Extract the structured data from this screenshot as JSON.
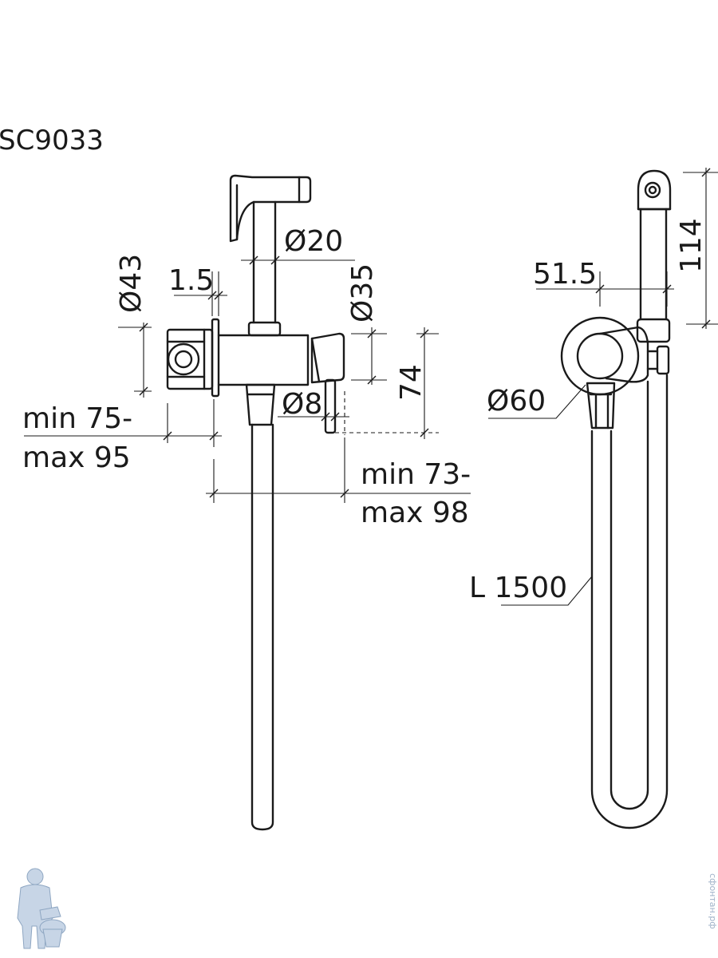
{
  "title": "SC9033",
  "dimensions": {
    "d20": "Ø20",
    "d43": "Ø43",
    "t15": "1.5",
    "d35": "Ø35",
    "h74": "74",
    "d8": "Ø8",
    "wall_min": "min 75-",
    "wall_max": "max 95",
    "proj_min": "min 73-",
    "proj_max": "max 98",
    "w515": "51.5",
    "h114": "114",
    "d60": "Ø60",
    "hose": "L 1500"
  },
  "watermark": {
    "text": "сфонтан.рф"
  }
}
